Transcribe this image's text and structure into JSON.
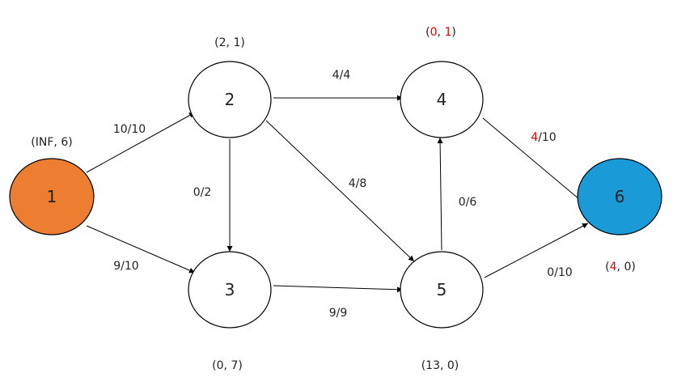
{
  "colors": {
    "source_fill": "#ED7D31",
    "sink_fill": "#1A9BD7",
    "default_fill": "#FFFFFF",
    "stroke": "#000000",
    "highlight_text": "#E00000",
    "text": "#222222",
    "node_label_light": "#FFFFFF"
  },
  "nodes": [
    {
      "id": "1",
      "label": "1",
      "role": "source",
      "annotation": [
        {
          "text": "(INF, 6)"
        }
      ]
    },
    {
      "id": "2",
      "label": "2",
      "role": "intermediate",
      "annotation": [
        {
          "text": "(2, 1)"
        }
      ]
    },
    {
      "id": "3",
      "label": "3",
      "role": "intermediate",
      "annotation": [
        {
          "text": "(0, 7)"
        }
      ]
    },
    {
      "id": "4",
      "label": "4",
      "role": "intermediate",
      "annotation": [
        {
          "text": "("
        },
        {
          "text": "0",
          "highlight": true
        },
        {
          "text": ", "
        },
        {
          "text": "1",
          "highlight": true
        },
        {
          "text": ")"
        }
      ]
    },
    {
      "id": "5",
      "label": "5",
      "role": "intermediate",
      "annotation": [
        {
          "text": "(13, 0)"
        }
      ]
    },
    {
      "id": "6",
      "label": "6",
      "role": "sink",
      "annotation": [
        {
          "text": "("
        },
        {
          "text": "4",
          "highlight": true
        },
        {
          "text": ", 0)"
        }
      ]
    }
  ],
  "edges": [
    {
      "from": "1",
      "to": "2",
      "label": [
        {
          "text": "10/10"
        }
      ]
    },
    {
      "from": "1",
      "to": "3",
      "label": [
        {
          "text": "9/10"
        }
      ]
    },
    {
      "from": "2",
      "to": "4",
      "label": [
        {
          "text": "4/4"
        }
      ]
    },
    {
      "from": "2",
      "to": "3",
      "label": [
        {
          "text": "0/2"
        }
      ]
    },
    {
      "from": "2",
      "to": "5",
      "label": [
        {
          "text": "4/8"
        }
      ]
    },
    {
      "from": "3",
      "to": "5",
      "label": [
        {
          "text": "9/9"
        }
      ]
    },
    {
      "from": "5",
      "to": "4",
      "label": [
        {
          "text": "0/6"
        }
      ]
    },
    {
      "from": "4",
      "to": "6",
      "label": [
        {
          "text": "4",
          "highlight": true
        },
        {
          "text": "/10"
        }
      ]
    },
    {
      "from": "5",
      "to": "6",
      "label": [
        {
          "text": "0/10"
        }
      ]
    }
  ]
}
